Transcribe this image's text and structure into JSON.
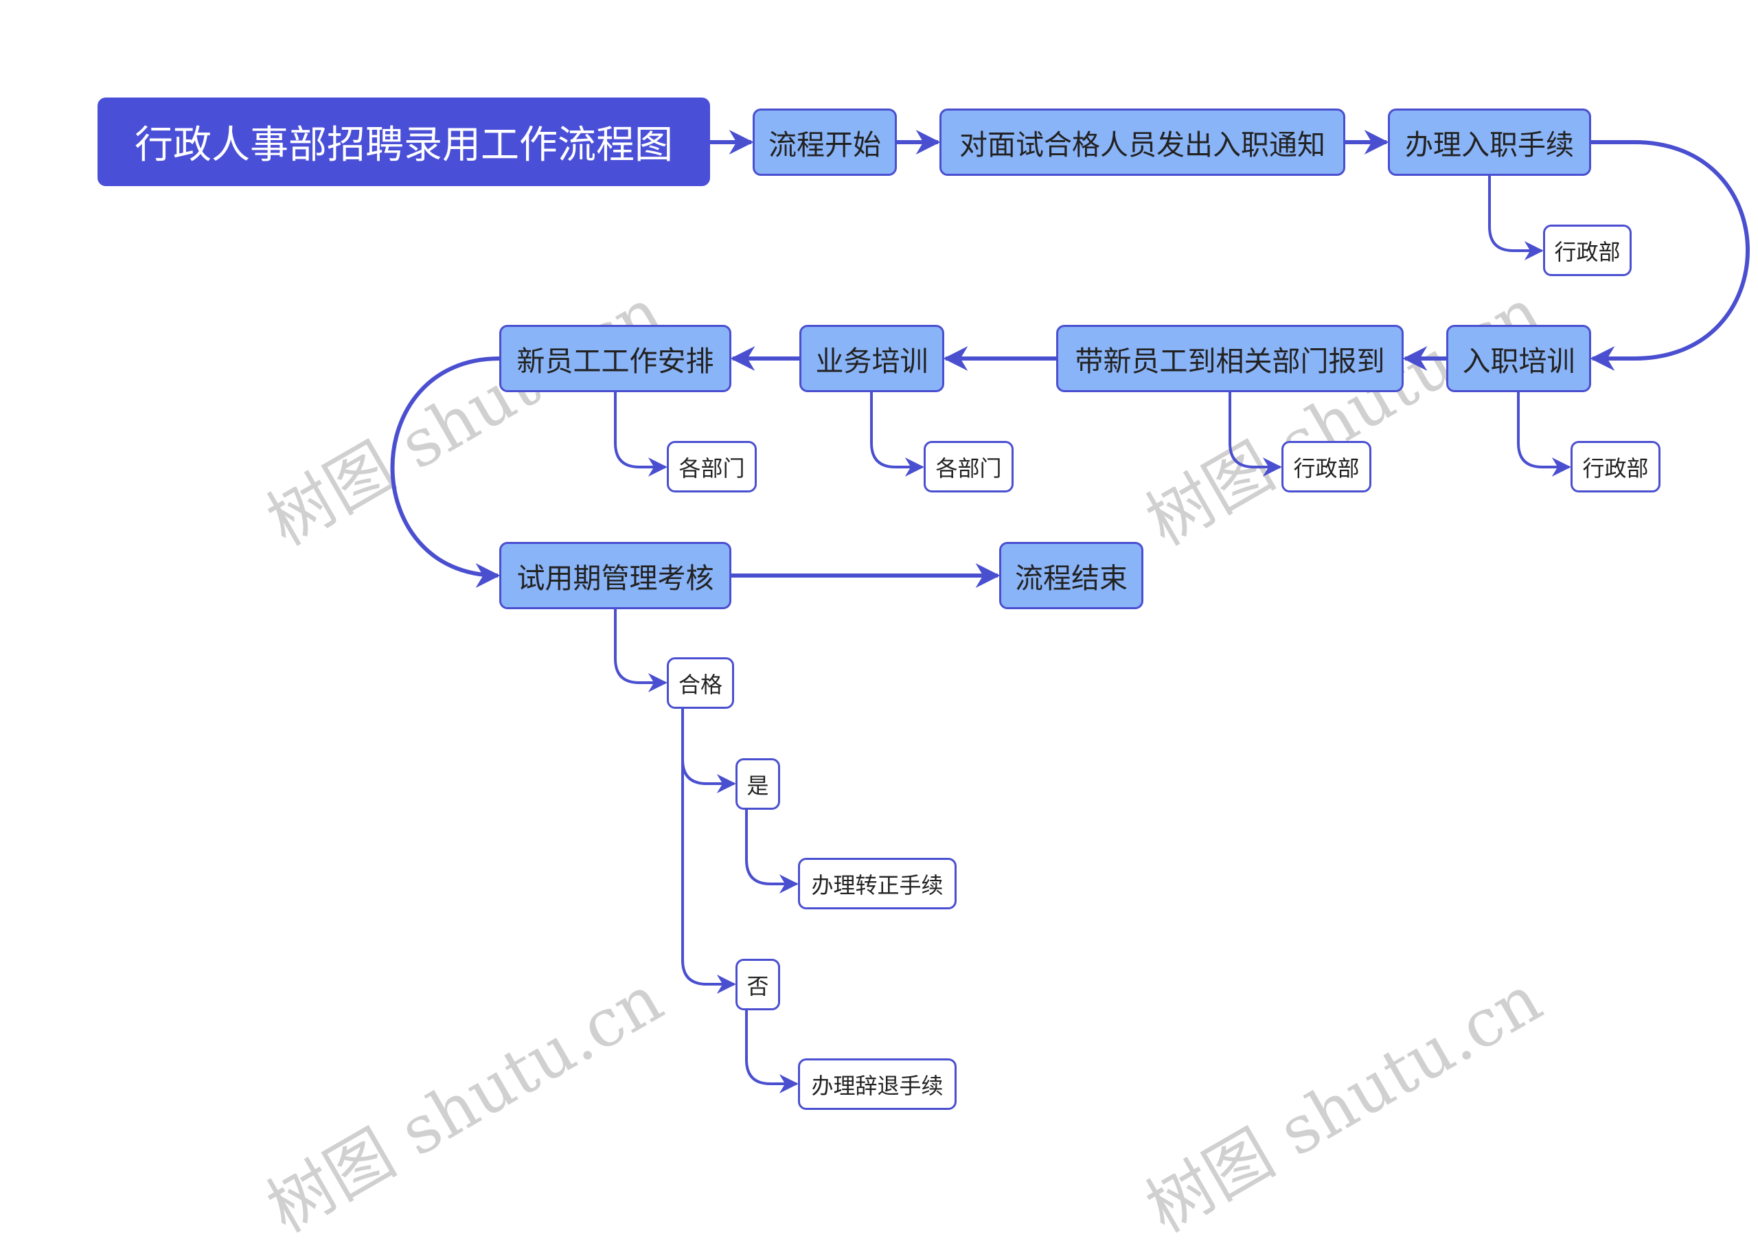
{
  "title": "行政人事部招聘录用工作流程图",
  "nodes": {
    "start": "流程开始",
    "notice": "对面试合格人员发出入职通知",
    "onboard": "办理入职手续",
    "onboard_dept": "行政部",
    "training": "入职培训",
    "training_dept": "行政部",
    "escort": "带新员工到相关部门报到",
    "escort_dept": "行政部",
    "biz_training": "业务培训",
    "biz_training_dept": "各部门",
    "arrange": "新员工工作安排",
    "arrange_dept": "各部门",
    "probation": "试用期管理考核",
    "end": "流程结束",
    "qualified": "合格",
    "yes": "是",
    "regularize": "办理转正手续",
    "no": "否",
    "dismiss": "办理辞退手续"
  },
  "watermark": "树图 shutu.cn",
  "colors": {
    "node_fill": "#8ab4f8",
    "line": "#4a4fd0",
    "title_fill": "#4a4fd8"
  }
}
